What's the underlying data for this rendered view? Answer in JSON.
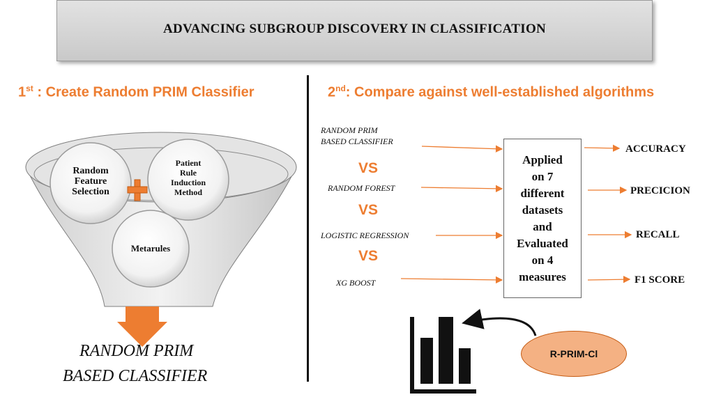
{
  "title": "ADVANCING SUBGROUP DISCOVERY IN CLASSIFICATION",
  "left": {
    "step_num": "1",
    "step_sup": "st",
    "heading": " : Create Random PRIM Classifier",
    "funnel": {
      "circle1": "Random\nFeature\nSelection",
      "circle2": "Patient\nRule\nInduction\nMethod",
      "circle3": "Metarules",
      "plus": "+"
    },
    "output_line1": "RANDOM PRIM",
    "output_line2": "BASED CLASSIFIER"
  },
  "right": {
    "step_num": "2",
    "step_sup": "nd",
    "heading": ": Compare against well-established algorithms",
    "algorithms": [
      {
        "line1": "RANDOM PRIM",
        "line2": "BASED CLASSIFIER"
      },
      {
        "line1": "RANDOM FOREST",
        "line2": ""
      },
      {
        "line1": "LOGISTIC REGRESSION",
        "line2": ""
      },
      {
        "line1": "XG BOOST",
        "line2": ""
      }
    ],
    "vs_label": "VS",
    "center_text": "Applied\non 7\ndifferent\ndatasets\nand\nEvaluated\non 4\nmeasures",
    "metrics": [
      "ACCURACY",
      "PRECICION",
      "RECALL",
      "F1 SCORE"
    ],
    "bubble": "R-PRIM-Cl",
    "icon": "bar-chart-icon"
  },
  "colors": {
    "accent": "#ed7d31",
    "bubble_fill": "#f4b183",
    "banner": "#d4d4d4"
  }
}
